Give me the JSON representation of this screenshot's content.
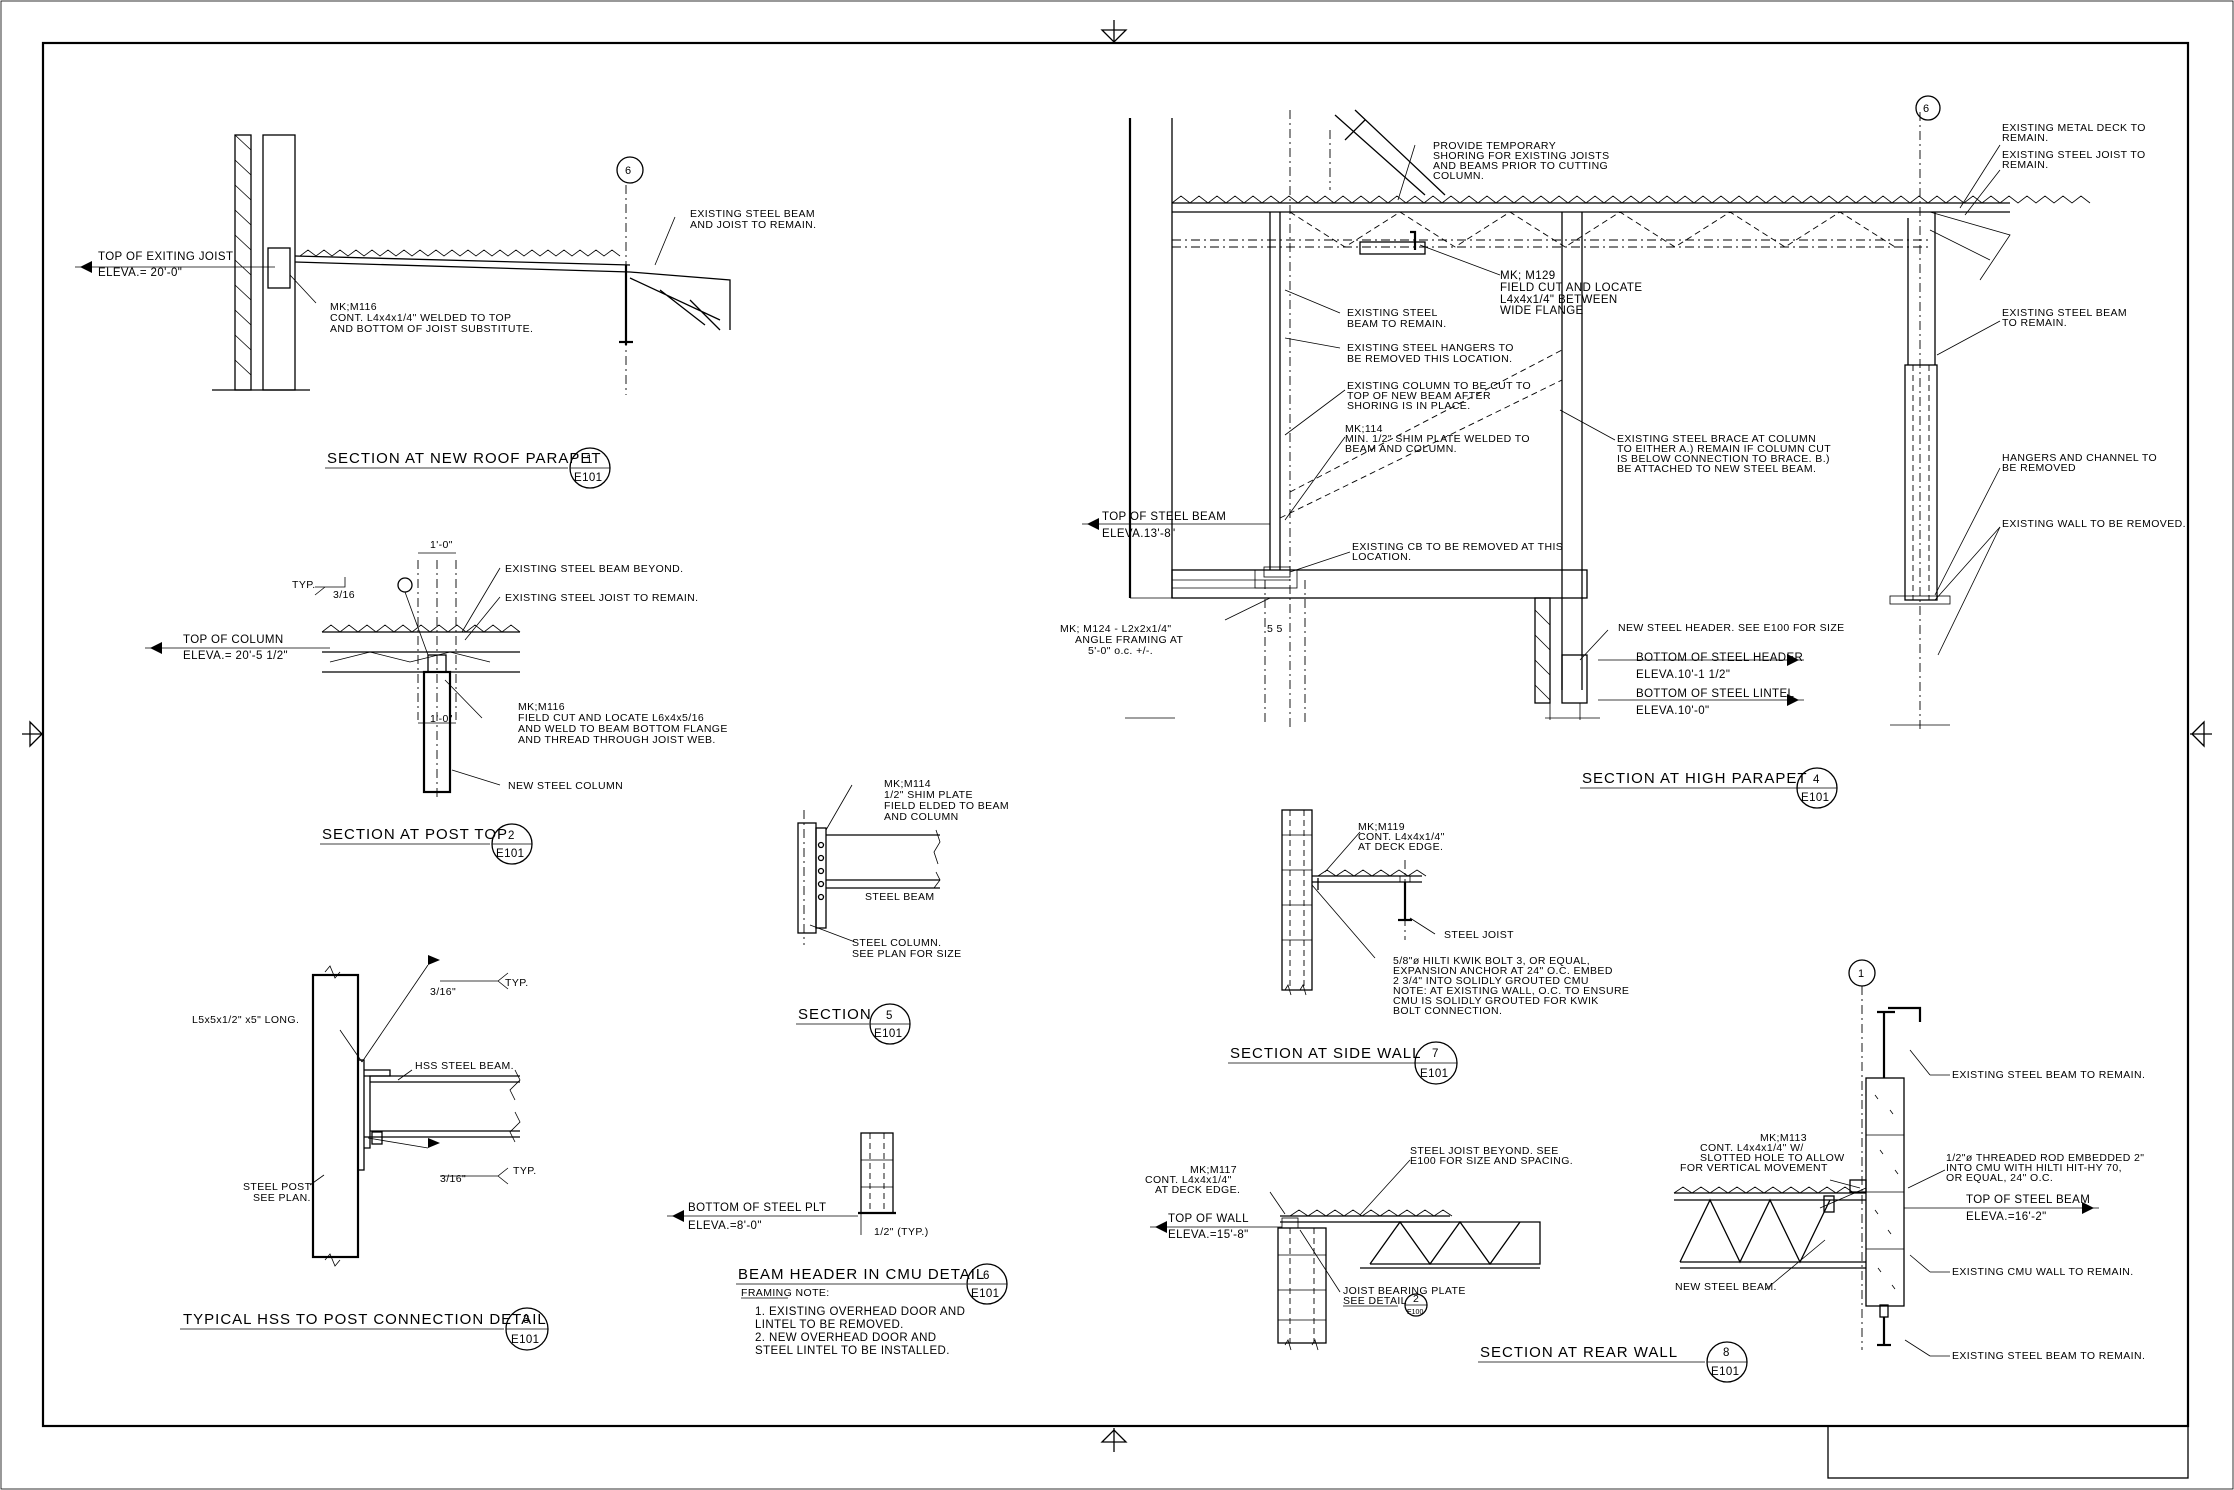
{
  "sheet": {
    "sections": [
      {
        "title": "SECTION AT NEW ROOF PARAPET",
        "number": "1",
        "sheet_ref": "E101",
        "grid": "6",
        "elev_label": "TOP OF EXITING JOIST",
        "elev_value": "ELEVA.= 20'-0\"",
        "notes": [
          [
            "EXISTING STEEL BEAM",
            "AND JOIST TO REMAIN."
          ],
          [
            "MK;M116",
            "CONT. L4x4x1/4\" WELDED TO TOP",
            "AND BOTTOM OF JOIST SUBSTITUTE."
          ]
        ]
      },
      {
        "title": "SECTION AT POST TOP",
        "number": "2",
        "sheet_ref": "E101",
        "elev_label": "TOP OF COLUMN",
        "elev_value": "ELEVA.= 20'-5 1/2\"",
        "dims": [
          "1'-0\"",
          "1'-0\""
        ],
        "weld": [
          "TYP.",
          "3/16"
        ],
        "notes": [
          [
            "EXISTING STEEL BEAM BEYOND."
          ],
          [
            "EXISTING STEEL JOIST TO REMAIN."
          ],
          [
            "MK;M116",
            "FIELD CUT AND LOCATE L6x4x5/16",
            "AND WELD TO BEAM BOTTOM FLANGE",
            "AND THREAD THROUGH JOIST WEB."
          ],
          [
            "NEW STEEL COLUMN"
          ]
        ]
      },
      {
        "title": "TYPICAL HSS TO POST CONNECTION DETAIL",
        "number": "3",
        "sheet_ref": "E101",
        "weld_top": [
          "3/16\"",
          "TYP."
        ],
        "weld_bot": [
          "3/16\"",
          "TYP."
        ],
        "notes": [
          [
            "L5x5x1/2\" x5\" LONG."
          ],
          [
            "HSS STEEL BEAM."
          ],
          [
            "STEEL POST",
            "SEE PLAN."
          ]
        ]
      },
      {
        "title": "SECTION AT HIGH PARAPET",
        "number": "4",
        "sheet_ref": "E101",
        "grid": "6",
        "elev_label": "TOP OF STEEL BEAM",
        "elev_value": "ELEVA.13'-8\"",
        "elev2_label": "BOTTOM OF STEEL HEADER",
        "elev2_value": "ELEVA.10'-1 1/2\"",
        "elev3_label": "BOTTOM OF STEEL LINTEL",
        "elev3_value": "ELEVA.10'-0\"",
        "dim": "5  5",
        "notes": [
          [
            "PROVIDE TEMPORARY",
            "SHORING FOR EXISTING JOISTS",
            "AND BEAMS PRIOR TO CUTTING",
            "COLUMN."
          ],
          [
            "MK; M129",
            "FIELD CUT AND LOCATE",
            "L4x4x1/4\" BETWEEN",
            "WIDE FLANGE"
          ],
          [
            "EXISTING STEEL",
            "BEAM TO REMAIN."
          ],
          [
            "EXISTING STEEL HANGERS TO",
            "BE REMOVED THIS LOCATION."
          ],
          [
            "EXISTING COLUMN TO BE CUT TO",
            "TOP OF NEW BEAM AFTER",
            "SHORING IS IN PLACE."
          ],
          [
            "MK;114",
            "MIN. 1/2\" SHIM PLATE WELDED TO",
            "BEAM AND COLUMN."
          ],
          [
            "EXISTING STEEL BRACE AT COLUMN",
            "TO EITHER A.) REMAIN IF COLUMN CUT",
            "IS BELOW CONNECTION TO BRACE. B.)",
            "BE ATTACHED TO NEW STEEL BEAM."
          ],
          [
            "EXISTING CB TO BE REMOVED AT THIS",
            "LOCATION."
          ],
          [
            "MK; M124 - L2x2x1/4\"",
            "ANGLE FRAMING AT",
            "5'-0\" o.c. +/-."
          ],
          [
            "NEW STEEL HEADER. SEE E100 FOR SIZE"
          ],
          [
            "EXISTING METAL DECK TO",
            "REMAIN."
          ],
          [
            "EXISTING STEEL JOIST TO",
            "REMAIN."
          ],
          [
            "EXISTING STEEL BEAM",
            "TO REMAIN."
          ],
          [
            "HANGERS AND CHANNEL TO",
            "BE REMOVED"
          ],
          [
            "EXISTING WALL TO BE REMOVED."
          ]
        ]
      },
      {
        "title": "SECTION",
        "number": "5",
        "sheet_ref": "E101",
        "notes": [
          [
            "MK;M114",
            "1/2\" SHIM PLATE",
            "FIELD ELDED TO BEAM",
            "AND COLUMN"
          ],
          [
            "STEEL BEAM"
          ],
          [
            "STEEL COLUMN.",
            "SEE PLAN FOR SIZE"
          ]
        ]
      },
      {
        "title": "BEAM HEADER IN CMU DETAIL",
        "number": "6",
        "sheet_ref": "E101",
        "elev_label": "BOTTOM OF STEEL PLT",
        "elev_value": "ELEVA.=8'-0\"",
        "dim": "1/2\" (TYP.)",
        "framing_note_title": "FRAMING NOTE:",
        "framing_notes": [
          "1.  EXISTING OVERHEAD DOOR AND",
          "     LINTEL TO BE REMOVED.",
          "2.  NEW OVERHEAD DOOR AND",
          "     STEEL LINTEL TO BE INSTALLED."
        ]
      },
      {
        "title": "SECTION AT SIDE WALL",
        "number": "7",
        "sheet_ref": "E101",
        "notes": [
          [
            "MK;M119",
            "CONT. L4x4x1/4\"",
            "AT DECK EDGE."
          ],
          [
            "STEEL JOIST"
          ],
          [
            "5/8\"ø HILTI KWIK BOLT 3, OR EQUAL,",
            "EXPANSION ANCHOR AT 24\" O.C.  EMBED",
            "2 3/4\" INTO SOLIDLY GROUTED CMU",
            "NOTE: AT EXISTING WALL, O.C. TO ENSURE",
            "        CMU IS SOLIDLY GROUTED FOR KWIK",
            "        BOLT CONNECTION."
          ]
        ]
      },
      {
        "title": "SECTION AT REAR WALL",
        "number": "8",
        "sheet_ref": "E101",
        "elev_label": "TOP OF WALL",
        "elev_value": "ELEVA.=15'-8\"",
        "detail_ref": "2",
        "detail_sheet": "E100",
        "notes": [
          [
            "MK;M117",
            "CONT. L4x4x1/4\"",
            "AT DECK EDGE."
          ],
          [
            "STEEL JOIST BEYOND. SEE",
            "E100 FOR SIZE AND SPACING."
          ],
          [
            "JOIST BEARING PLATE",
            "SEE DETAIL"
          ]
        ]
      },
      {
        "title": "",
        "grid": "1",
        "elev_label": "TOP OF STEEL BEAM",
        "elev_value": "ELEVA.=16'-2\"",
        "notes": [
          [
            "EXISTING STEEL BEAM TO REMAIN."
          ],
          [
            "MK;M113",
            "CONT. L4x4x1/4\" W/",
            "SLOTTED HOLE TO ALLOW",
            "FOR VERTICAL MOVEMENT"
          ],
          [
            "1/2\"ø THREADED ROD EMBEDDED 2\"",
            "INTO CMU WITH HILTI HIT-HY 70,",
            "OR EQUAL, 24\" O.C."
          ],
          [
            "NEW STEEL BEAM."
          ],
          [
            "EXISTING CMU WALL TO REMAIN."
          ],
          [
            "EXISTING STEEL BEAM TO REMAIN."
          ]
        ]
      }
    ]
  }
}
